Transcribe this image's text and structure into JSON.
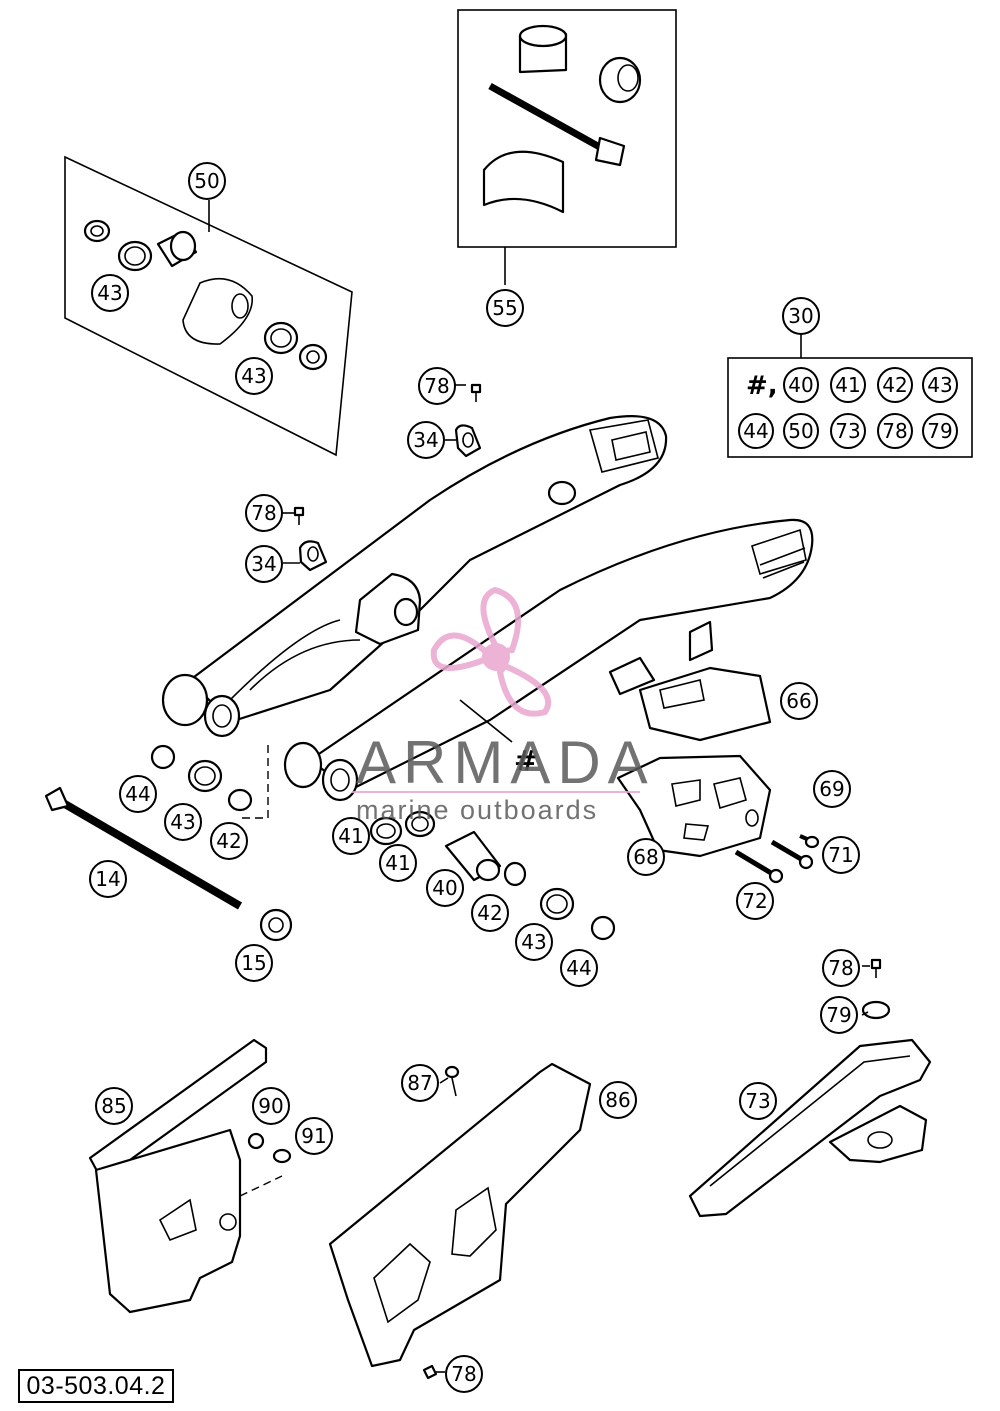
{
  "diagram_code": "03-503.04.2",
  "watermark": {
    "brand": "ARMADA",
    "tagline": "marine outboards",
    "logo_color": "#e9a6cf",
    "text_color": "#5a5a5a"
  },
  "callouts": [
    {
      "label": "50"
    },
    {
      "label": "43"
    },
    {
      "label": "43"
    },
    {
      "label": "55"
    },
    {
      "label": "30"
    },
    {
      "label": "78"
    },
    {
      "label": "34"
    },
    {
      "label": "78"
    },
    {
      "label": "34"
    },
    {
      "label": "66"
    },
    {
      "label": "44"
    },
    {
      "label": "43"
    },
    {
      "label": "42"
    },
    {
      "label": "14"
    },
    {
      "label": "15"
    },
    {
      "label": "41"
    },
    {
      "label": "41"
    },
    {
      "label": "40"
    },
    {
      "label": "42"
    },
    {
      "label": "43"
    },
    {
      "label": "44"
    },
    {
      "label": "69"
    },
    {
      "label": "68"
    },
    {
      "label": "71"
    },
    {
      "label": "72"
    },
    {
      "label": "78"
    },
    {
      "label": "79"
    },
    {
      "label": "73"
    },
    {
      "label": "85"
    },
    {
      "label": "90"
    },
    {
      "label": "91"
    },
    {
      "label": "87"
    },
    {
      "label": "86"
    },
    {
      "label": "78"
    }
  ],
  "kit_30": {
    "prefix": "#,",
    "contents": [
      "40",
      "41",
      "42",
      "43",
      "44",
      "50",
      "73",
      "78",
      "79"
    ]
  },
  "swingarm_mark": "#"
}
